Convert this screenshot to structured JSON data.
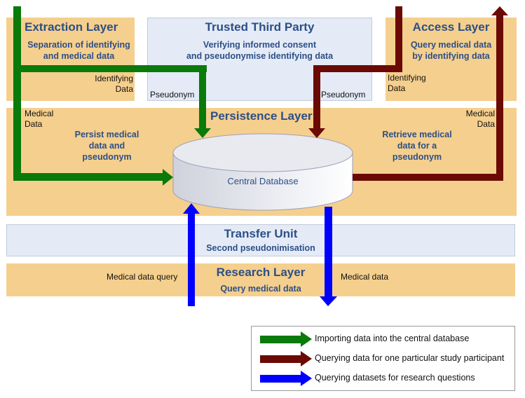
{
  "extraction": {
    "title": "Extraction Layer",
    "desc1": "Separation of identifying",
    "desc2": "and medical data",
    "label_id1": "Identifying",
    "label_id2": "Data"
  },
  "ttp": {
    "title": "Trusted Third Party",
    "desc1": "Verifying informed consent",
    "desc2": "and pseudonymise identifying data",
    "pseudonym_left": "Pseudonym",
    "pseudonym_right": "Pseudonym"
  },
  "access": {
    "title": "Access Layer",
    "desc1": "Query medical data",
    "desc2": "by identifying data",
    "label_id1": "Identifying",
    "label_id2": "Data"
  },
  "persistence": {
    "title": "Persistence Layer",
    "left1": "Persist medical",
    "left2": "data and",
    "left3": "pseudonym",
    "right1": "Retrieve medical",
    "right2": "data for a",
    "right3": "pseudonym",
    "med_left1": "Medical",
    "med_left2": "Data",
    "med_right1": "Medical",
    "med_right2": "Data",
    "database": "Central Database"
  },
  "transfer": {
    "title": "Transfer Unit",
    "desc": "Second pseudonimisation"
  },
  "research": {
    "title": "Research Layer",
    "desc": "Query medical data",
    "query_label": "Medical data query",
    "result_label": "Medical data"
  },
  "legend": {
    "items": [
      {
        "label": "Importing data into the central database",
        "color": "#0a7a0a"
      },
      {
        "label": "Querying data for one particular study participant",
        "color": "#6b0a05"
      },
      {
        "label": "Querying datasets for research questions",
        "color": "#0000ff"
      }
    ]
  }
}
